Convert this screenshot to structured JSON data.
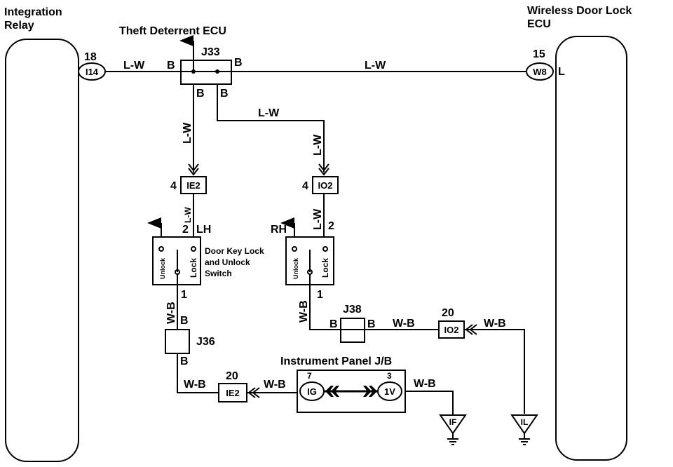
{
  "components": {
    "integration_relay": "Integration\nRelay",
    "wireless_ecu": "Wireless Door Lock\nECU",
    "theft_ecu": "Theft Deterrent ECU",
    "switch_label": "Door Key Lock\nand Unlock\nSwitch",
    "instrument_panel": "Instrument Panel J/B"
  },
  "junctions": {
    "j33": "J33",
    "j36": "J36",
    "j38": "J38"
  },
  "connectors": {
    "i14": "I14",
    "w8": "W8",
    "ie2_top": "IE2",
    "io2_top": "IO2",
    "ie2_bottom": "IE2",
    "io2_right": "IO2",
    "ig": "IG",
    "iv": "1V",
    "if": "IF",
    "il": "IL"
  },
  "pins": {
    "i14_pin": "18",
    "w8_pin": "15",
    "w8_l": "L",
    "j33_b_left": "B",
    "j33_b_right": "B",
    "j33_b_bottom1": "B",
    "j33_b_bottom2": "B",
    "ie2_top_pin": "4",
    "io2_top_pin": "4",
    "lh_pin": "2",
    "lh": "LH",
    "rh": "RH",
    "rh_pin": "2",
    "sw_left_pin": "1",
    "sw_right_pin": "1",
    "j36_b_top": "B",
    "j36_b_bottom": "B",
    "j38_b_left": "B",
    "j38_b_right": "B",
    "io2_right_pin": "20",
    "ie2_bottom_pin": "20",
    "ig_pin": "7",
    "iv_pin": "3"
  },
  "wires": {
    "lw": "L-W",
    "wb": "W-B"
  },
  "switch": {
    "unlock": "Unlock",
    "lock": "Lock"
  }
}
